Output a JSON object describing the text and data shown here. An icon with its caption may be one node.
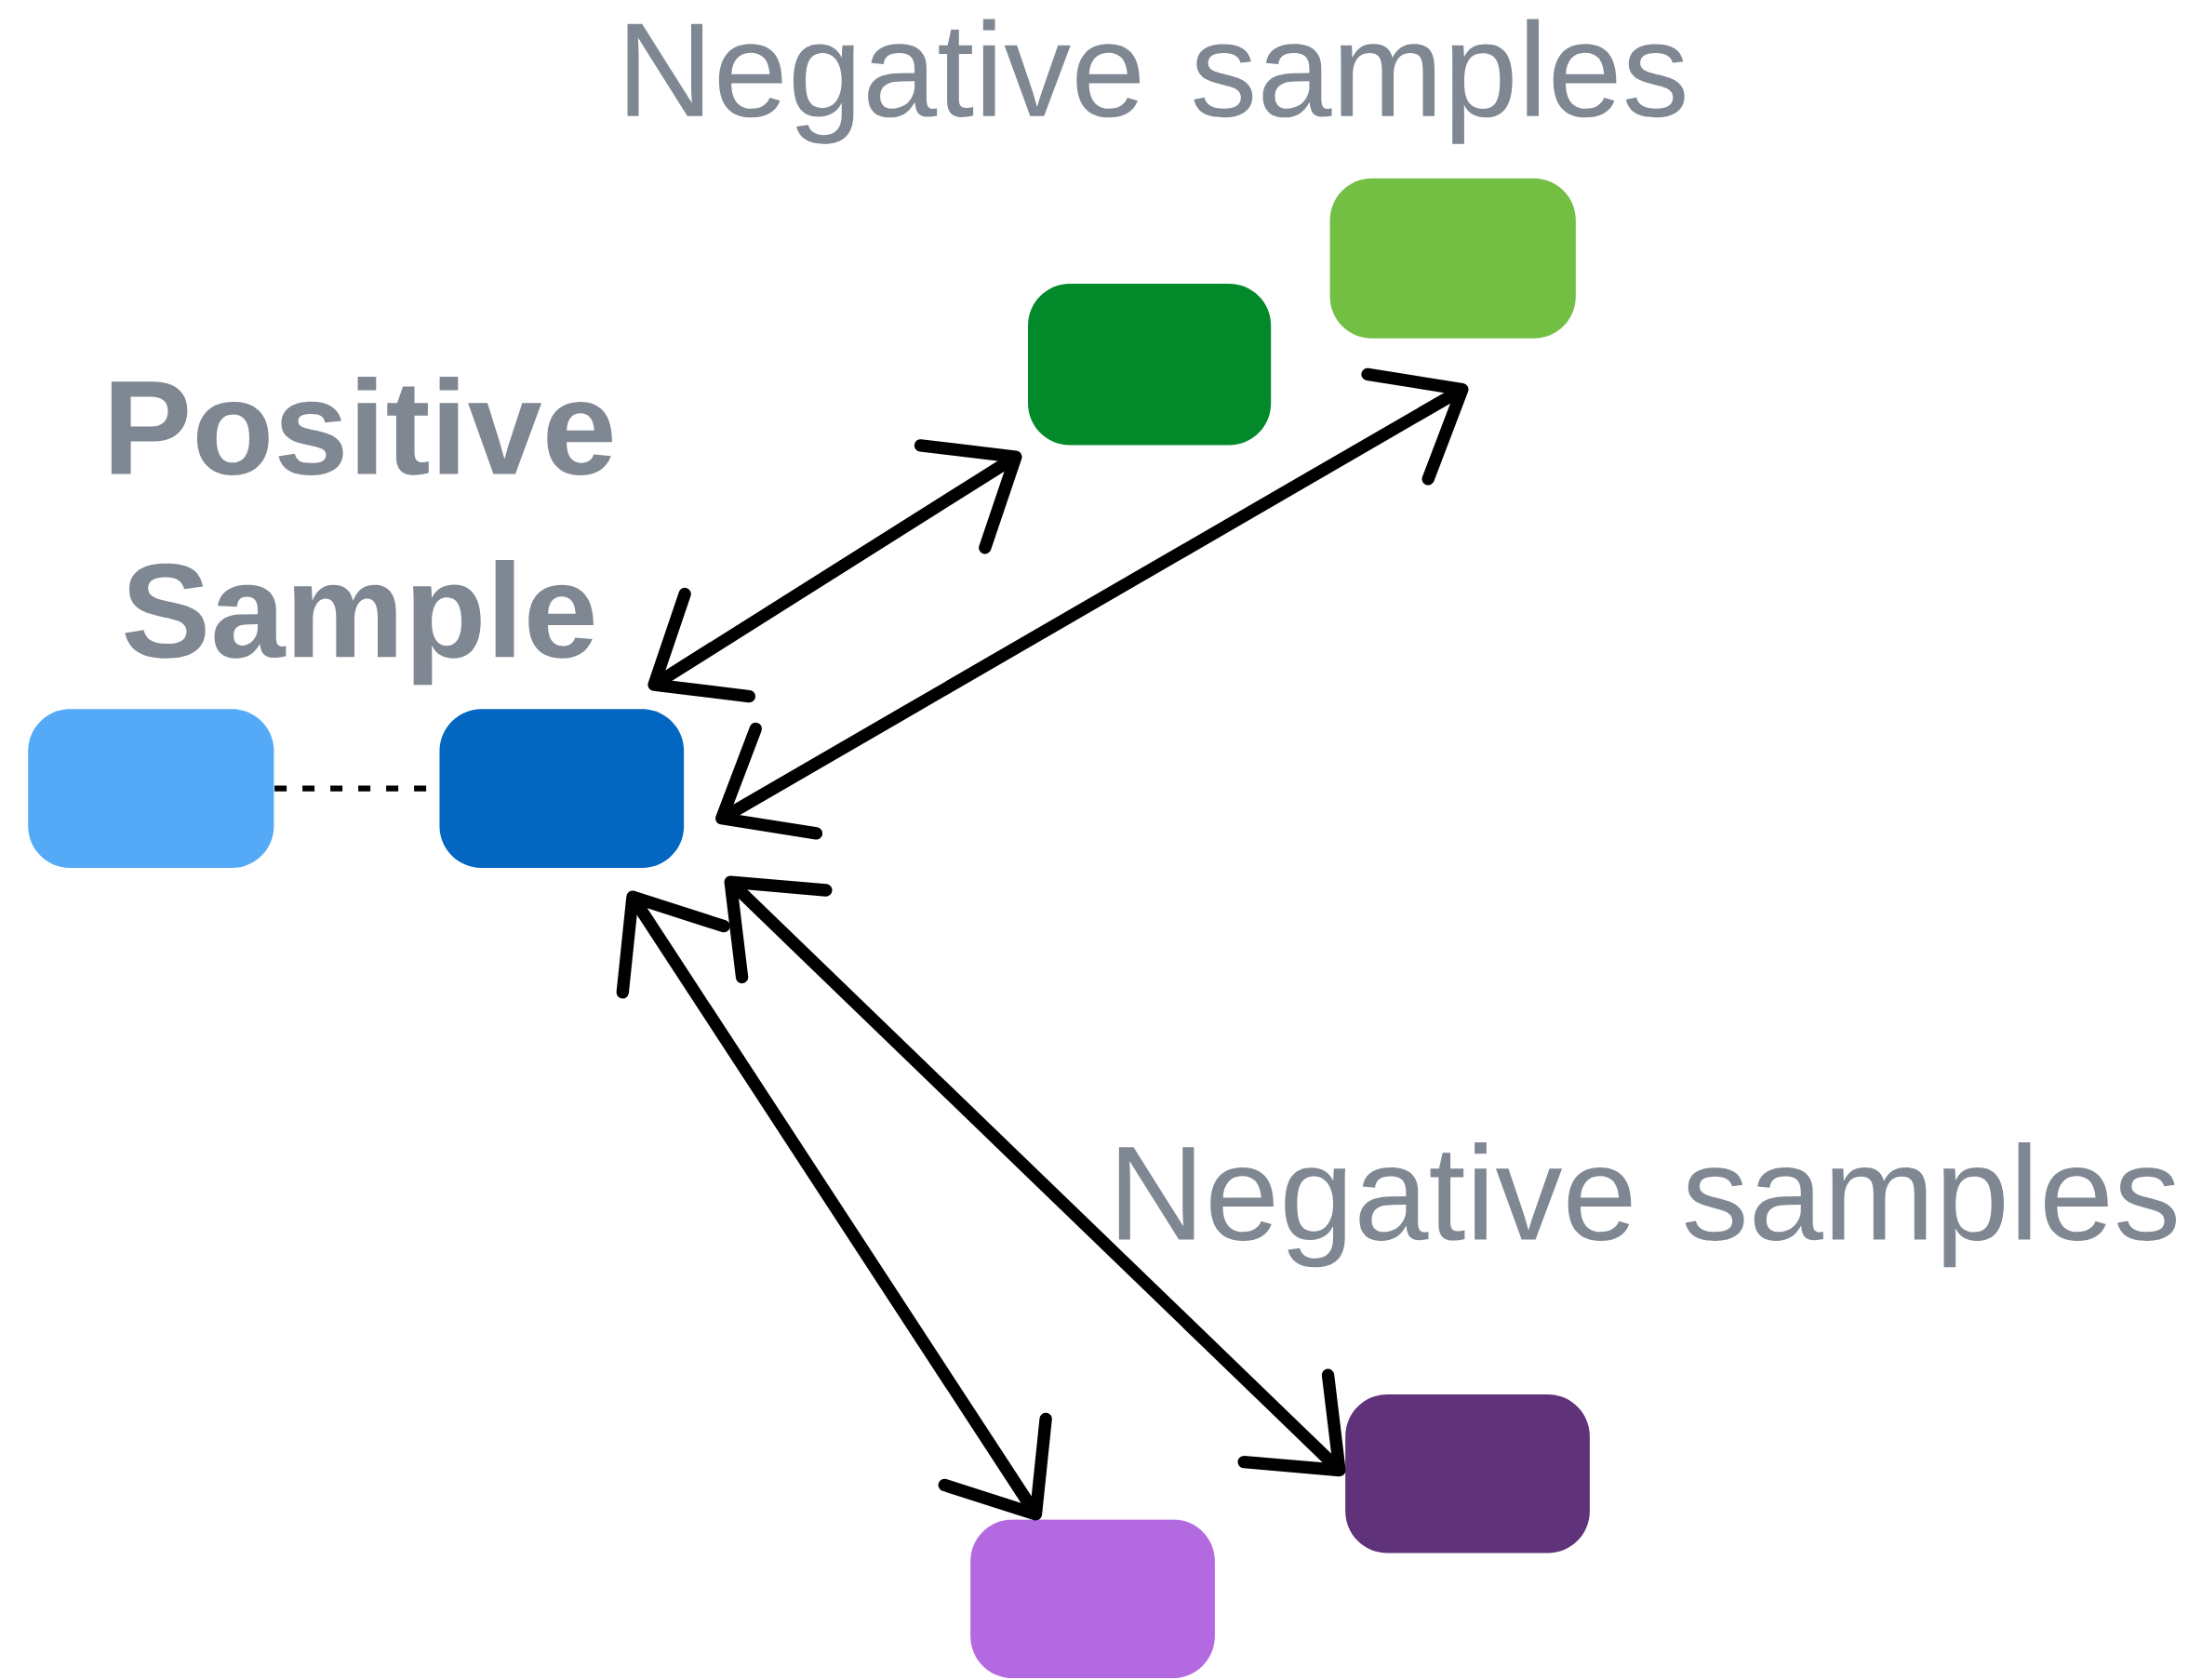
{
  "diagram": {
    "nodes": [
      {
        "text": [],
        "shape": "box"
      },
      {
        "text": [],
        "shape": "box"
      },
      {
        "text": [],
        "shape": "box"
      },
      {
        "text": [],
        "shape": "box"
      },
      {
        "text": [],
        "shape": "box"
      },
      {
        "text": [],
        "shape": "box"
      }
    ],
    "edges": [
      {
        "from": 0,
        "to": 1,
        "arrow": "none",
        "style": "dashed"
      },
      {
        "from": 1,
        "to": 2,
        "arrow": "both"
      },
      {
        "from": 1,
        "to": 3,
        "arrow": "both"
      },
      {
        "from": 1,
        "to": 4,
        "arrow": "both"
      },
      {
        "from": 1,
        "to": 5,
        "arrow": "both"
      }
    ],
    "labels": [
      "Negative samples",
      "Positive Sample",
      "Negative samples"
    ]
  }
}
